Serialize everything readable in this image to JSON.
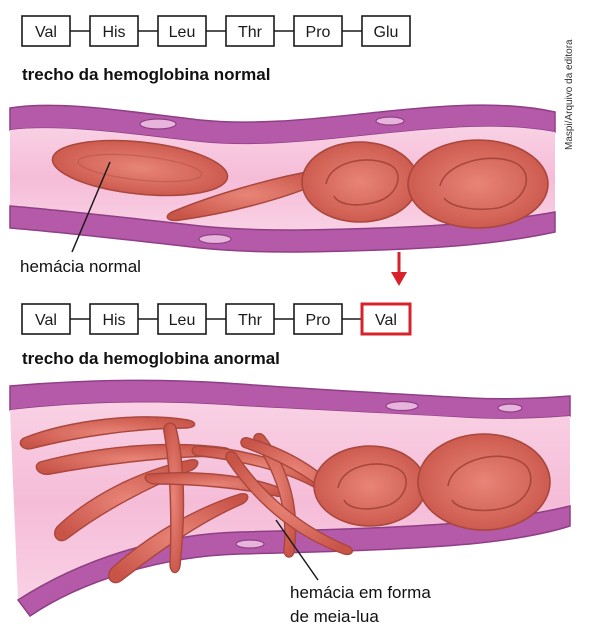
{
  "top_panel": {
    "amino_acids": [
      "Val",
      "His",
      "Leu",
      "Thr",
      "Pro",
      "Glu"
    ],
    "caption": "trecho da hemoglobina normal",
    "cell_label": "hemácia normal"
  },
  "bottom_panel": {
    "amino_acids": [
      "Val",
      "His",
      "Leu",
      "Thr",
      "Pro",
      "Val"
    ],
    "highlighted_index": 5,
    "caption": "trecho da hemoglobina anormal",
    "cell_label_line1": "hemácia em forma",
    "cell_label_line2": "de meia-lua"
  },
  "credit": "Maspi/Arquivo da editora",
  "colors": {
    "vessel_wall": "#b55aa8",
    "vessel_wall_dark": "#8f3f86",
    "vessel_lumen": "#f7c3dc",
    "red_cell": "#dd6a5c",
    "red_cell_dark": "#a8473c",
    "highlight": "#d7222b",
    "arrow": "#d7222b"
  }
}
